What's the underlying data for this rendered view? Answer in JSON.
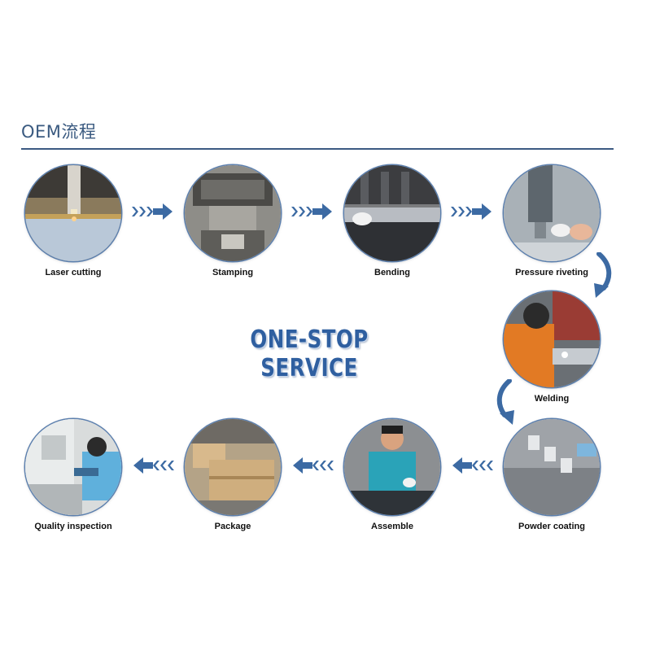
{
  "header": {
    "title": "OEM流程"
  },
  "headline": "ONE-STOP SERVICE",
  "steps": [
    {
      "label": "Laser cutting"
    },
    {
      "label": "Stamping"
    },
    {
      "label": "Bending"
    },
    {
      "label": "Pressure riveting"
    },
    {
      "label": "Welding"
    },
    {
      "label": "Powder coating"
    },
    {
      "label": "Assemble"
    },
    {
      "label": "Package"
    },
    {
      "label": "Quality inspection"
    }
  ],
  "colors": {
    "accent": "#3c6aa3",
    "rule": "#3c5a82",
    "headline": "#2f5fa0"
  }
}
